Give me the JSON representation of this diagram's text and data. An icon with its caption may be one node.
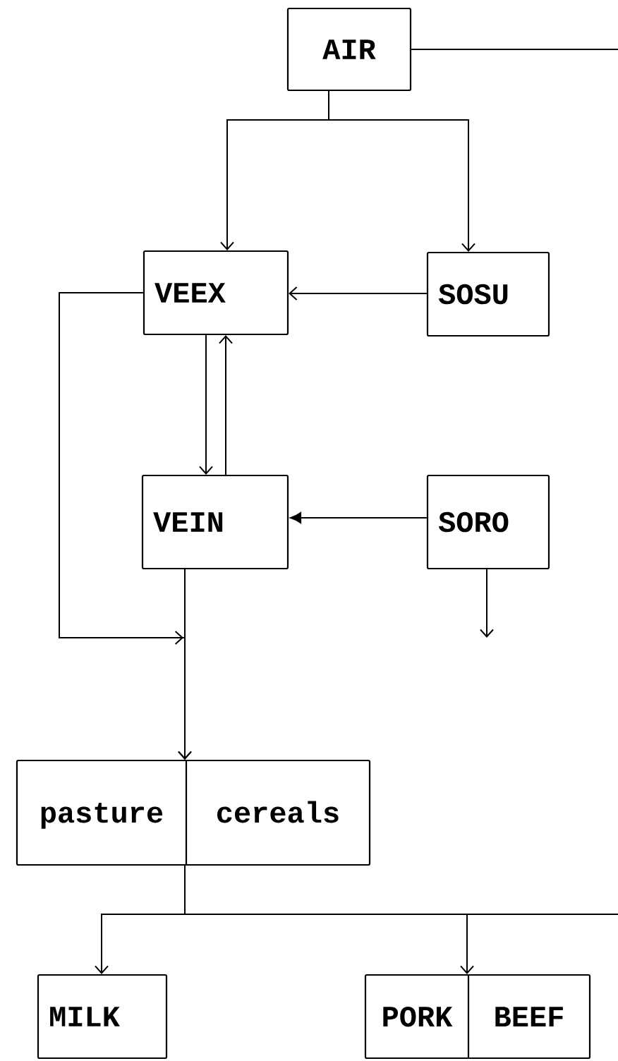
{
  "diagram": {
    "nodes": [
      {
        "text": [
          "AIR"
        ]
      },
      {
        "text": [
          "VEEX"
        ]
      },
      {
        "text": [
          "SOSU"
        ]
      },
      {
        "text": [
          "VEIN"
        ]
      },
      {
        "text": [
          "SORO"
        ]
      },
      {
        "text": [
          "pasture",
          "cereals"
        ]
      },
      {
        "text": [
          "MILK"
        ]
      },
      {
        "text": [
          "PORK",
          "BEEF"
        ]
      }
    ],
    "edges": [
      {
        "from": 0,
        "to": 1,
        "arrow": "to"
      },
      {
        "from": 0,
        "to": 2,
        "arrow": "to"
      },
      {
        "from": 0,
        "to": null,
        "arrow": "none"
      },
      {
        "from": 2,
        "to": 1,
        "arrow": "to"
      },
      {
        "from": 1,
        "to": 3,
        "arrow": "to"
      },
      {
        "from": 3,
        "to": 1,
        "arrow": "to"
      },
      {
        "from": 4,
        "to": 3,
        "arrow": "to"
      },
      {
        "from": 4,
        "to": null,
        "arrow": "to"
      },
      {
        "from": 1,
        "to": 5,
        "arrow": "to"
      },
      {
        "from": 3,
        "to": 5,
        "arrow": "to"
      },
      {
        "from": 5,
        "to": 6,
        "arrow": "to"
      },
      {
        "from": 5,
        "to": 7,
        "arrow": "to"
      },
      {
        "from": 5,
        "to": null,
        "arrow": "none"
      }
    ]
  }
}
